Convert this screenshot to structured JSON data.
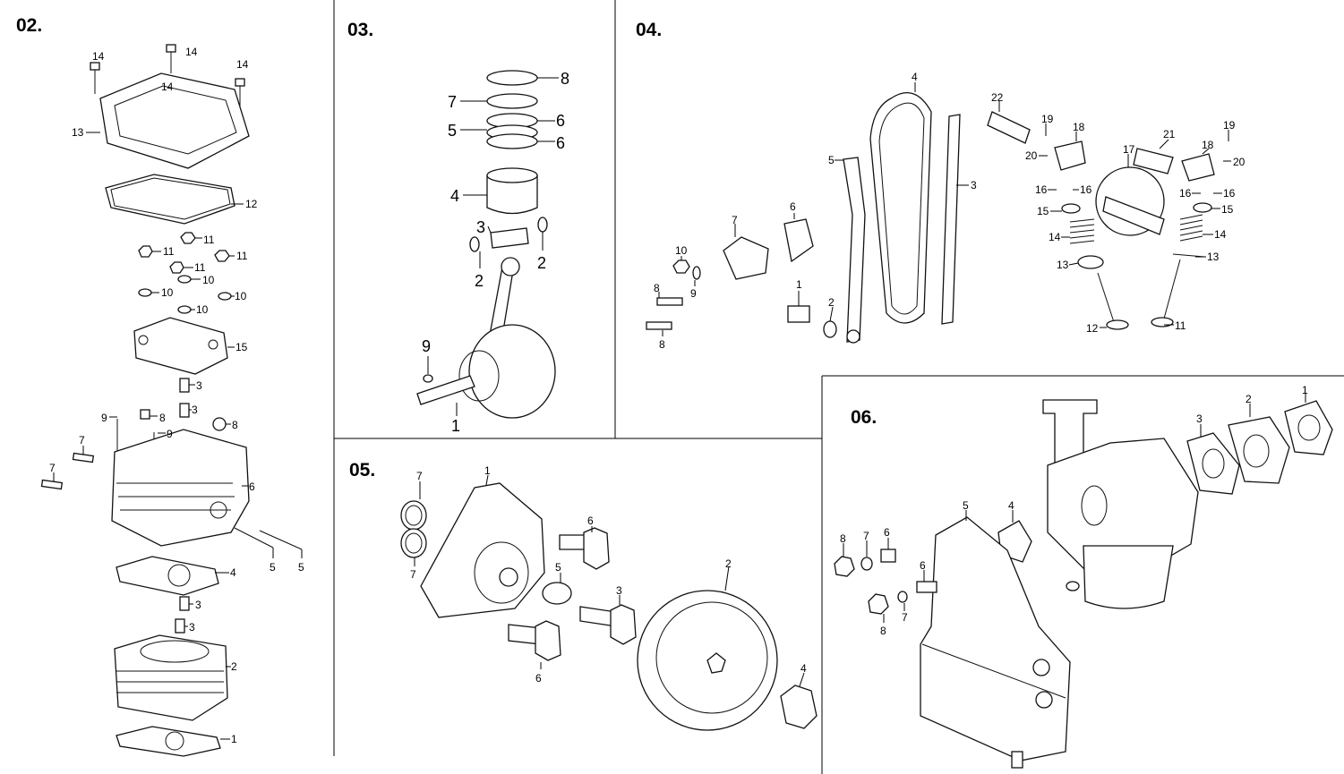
{
  "sections": [
    {
      "id": "02",
      "title": "02.",
      "labels": [
        "14",
        "14",
        "14",
        "14",
        "13",
        "12",
        "11",
        "11",
        "11",
        "11",
        "10",
        "10",
        "10",
        "10",
        "15",
        "3",
        "3",
        "9",
        "8",
        "9",
        "8",
        "7",
        "7",
        "6",
        "5",
        "5",
        "4",
        "3",
        "3",
        "2",
        "1"
      ]
    },
    {
      "id": "03",
      "title": "03.",
      "labels": [
        "8",
        "7",
        "6",
        "5",
        "6",
        "4",
        "3",
        "2",
        "2",
        "9",
        "1"
      ]
    },
    {
      "id": "04",
      "title": "04.",
      "labels": [
        "4",
        "5",
        "3",
        "6",
        "7",
        "10",
        "9",
        "8",
        "8",
        "1",
        "2",
        "22",
        "19",
        "18",
        "20",
        "21",
        "17",
        "18",
        "19",
        "20",
        "16",
        "16",
        "16",
        "16",
        "15",
        "15",
        "14",
        "14",
        "13",
        "13",
        "12",
        "11"
      ]
    },
    {
      "id": "05",
      "title": "05.",
      "labels": [
        "7",
        "1",
        "7",
        "6",
        "5",
        "3",
        "2",
        "6",
        "4"
      ]
    },
    {
      "id": "06",
      "title": "06.",
      "labels": [
        "1",
        "2",
        "3",
        "4",
        "5",
        "8",
        "7",
        "6",
        "6",
        "7",
        "8"
      ]
    }
  ]
}
